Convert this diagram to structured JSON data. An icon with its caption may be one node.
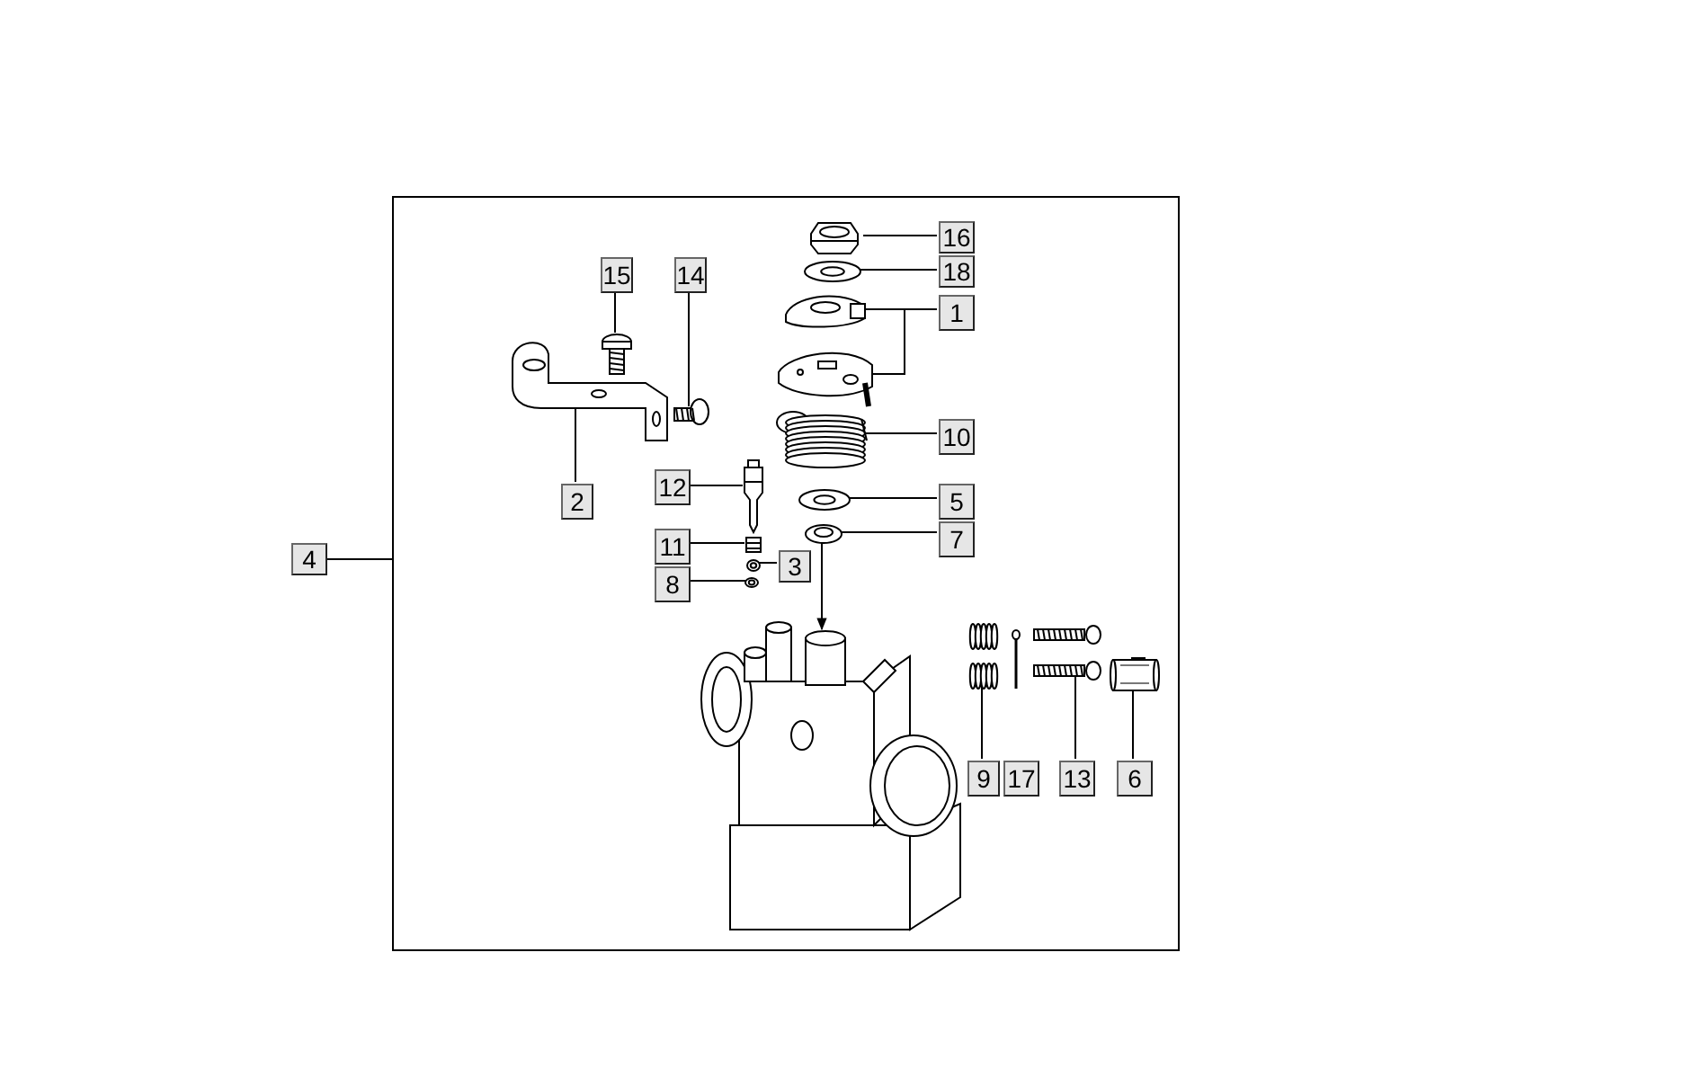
{
  "diagram": {
    "nodes": [
      {
        "text": [],
        "shape": "box"
      },
      {
        "text": [
          "16"
        ],
        "in": 0
      },
      {
        "text": [],
        "shape": "picture",
        "in": 0
      },
      {
        "text": [
          "18"
        ],
        "in": 0
      },
      {
        "text": [],
        "shape": "picture",
        "in": 0
      },
      {
        "text": [
          "1"
        ],
        "in": 0
      },
      {
        "text": [],
        "shape": "picture",
        "in": 0
      },
      {
        "text": [],
        "shape": "picture",
        "in": 0
      },
      {
        "text": [
          "15"
        ],
        "in": 0
      },
      {
        "text": [],
        "shape": "picture",
        "in": 0
      },
      {
        "text": [
          "14"
        ],
        "in": 0
      },
      {
        "text": [],
        "shape": "picture",
        "in": 0
      },
      {
        "text": [
          "10"
        ],
        "in": 0
      },
      {
        "text": [],
        "shape": "picture",
        "in": 0
      },
      {
        "text": [
          "4"
        ]
      },
      {
        "text": [
          "12"
        ],
        "in": 0
      },
      {
        "text": [],
        "shape": "picture",
        "in": 0
      },
      {
        "text": [
          "2"
        ],
        "in": 0
      },
      {
        "text": [],
        "shape": "picture",
        "in": 0
      },
      {
        "text": [
          "5"
        ],
        "in": 0
      },
      {
        "text": [],
        "shape": "picture",
        "in": 0
      },
      {
        "text": [
          "7"
        ],
        "in": 0
      },
      {
        "text": [],
        "shape": "picture",
        "in": 0
      },
      {
        "text": [
          "11"
        ],
        "in": 0
      },
      {
        "text": [],
        "shape": "picture",
        "in": 0
      },
      {
        "text": [
          "3"
        ],
        "in": 0
      },
      {
        "text": [],
        "shape": "picture",
        "in": 0
      },
      {
        "text": [
          "8"
        ],
        "in": 0
      },
      {
        "text": [],
        "shape": "picture",
        "in": 0
      },
      {
        "text": [],
        "shape": "picture",
        "in": 0
      },
      {
        "text": [
          "9"
        ],
        "in": 0
      },
      {
        "text": [],
        "shape": "picture",
        "in": 0
      },
      {
        "text": [
          "13"
        ],
        "in": 0
      },
      {
        "text": [],
        "shape": "picture",
        "in": 0
      },
      {
        "text": [
          "6"
        ],
        "in": 0
      },
      {
        "text": [],
        "shape": "picture",
        "in": 0
      },
      {
        "text": [
          "17"
        ],
        "in": 0
      }
    ],
    "edges": [
      {
        "from": 1,
        "to": 2,
        "arrow": "none"
      },
      {
        "from": 3,
        "to": 4,
        "arrow": "none"
      },
      {
        "from": 5,
        "to": 6,
        "arrow": "none"
      },
      {
        "from": 5,
        "to": 7,
        "arrow": "none"
      },
      {
        "from": 8,
        "to": 9,
        "arrow": "none"
      },
      {
        "from": 10,
        "to": 11,
        "arrow": "none"
      },
      {
        "from": 12,
        "to": 13,
        "arrow": "none"
      },
      {
        "from": 14,
        "to": 0,
        "arrow": "none"
      },
      {
        "from": 15,
        "to": 16,
        "arrow": "none"
      },
      {
        "from": 17,
        "to": 18,
        "arrow": "none"
      },
      {
        "from": 19,
        "to": 20,
        "arrow": "none"
      },
      {
        "from": 21,
        "to": 22,
        "arrow": "none"
      },
      {
        "from": 23,
        "to": 24,
        "arrow": "none"
      },
      {
        "from": 25,
        "to": 26,
        "arrow": "none"
      },
      {
        "from": 27,
        "to": 28,
        "arrow": "none"
      },
      {
        "from": 22,
        "to": 29,
        "arrow": "to"
      },
      {
        "from": 30,
        "to": 31,
        "arrow": "none"
      },
      {
        "from": 32,
        "to": 33,
        "arrow": "none"
      },
      {
        "from": 34,
        "to": 35,
        "arrow": "none"
      }
    ]
  }
}
